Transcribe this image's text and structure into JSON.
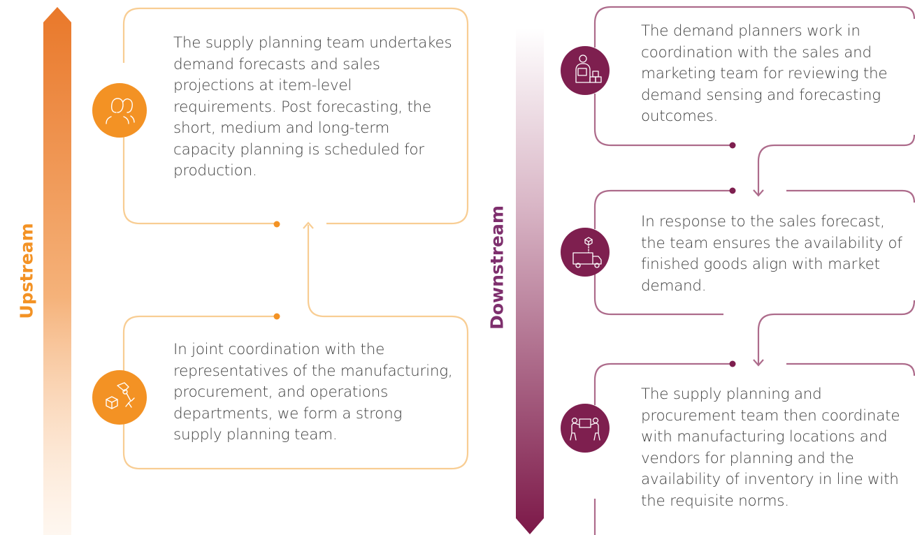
{
  "colors": {
    "upstream_accent": "#f39224",
    "upstream_border": "#f8cd93",
    "downstream_accent": "#7e1f4f",
    "downstream_border": "#ad6b8b"
  },
  "upstream": {
    "label": "Upstream",
    "boxes": [
      {
        "icon": "people-icon",
        "text": "The supply planning team undertakes demand forecasts and sales projections at item-level requirements. Post forecasting, the short, medium and long-term capacity planning is scheduled for production."
      },
      {
        "icon": "robot-arm-box-icon",
        "text": "In joint coordination with the representatives of the manufacturing, procurement, and operations departments, we form a strong supply planning team."
      }
    ]
  },
  "downstream": {
    "label": "Downstream",
    "boxes": [
      {
        "icon": "person-boxes-icon",
        "text": "The demand planners work in coordination with the sales and marketing team for reviewing the demand sensing and forecasting outcomes."
      },
      {
        "icon": "delivery-truck-icon",
        "text": "In response to the sales forecast, the team ensures the availability of finished goods align with market demand."
      },
      {
        "icon": "people-carrying-box-icon",
        "text": "The supply planning and procurement team then coordinate with manufacturing locations and vendors for planning and the availability of inventory in line with the requisite norms."
      }
    ]
  }
}
